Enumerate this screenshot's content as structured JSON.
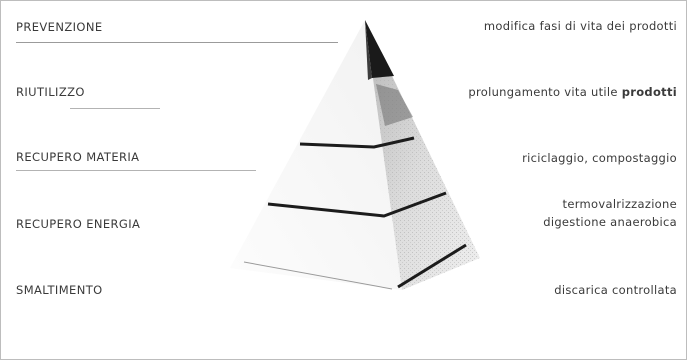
{
  "levels": [
    {
      "name": "PREVENZIONE",
      "description": "modifica fasi di vita dei prodotti"
    },
    {
      "name": "RIUTILIZZO",
      "description_prefix": "prolungamento vita utile ",
      "description_bold": "prodotti"
    },
    {
      "name": "RECUPERO MATERIA",
      "description": "riciclaggio, compostaggio"
    },
    {
      "name": "RECUPERO ENERGIA",
      "description_lines": [
        "termovalrizzazione",
        "digestione anaerobica"
      ]
    },
    {
      "name": "SMALTIMENTO",
      "description": "discarica controllata"
    }
  ],
  "colors": {
    "text": "#3a3a3a",
    "apex": "#1a1a1a",
    "pyramid_face": "#c8c8c8",
    "tier_line": "#1c1c1c",
    "frame": "#bdbdbd"
  }
}
